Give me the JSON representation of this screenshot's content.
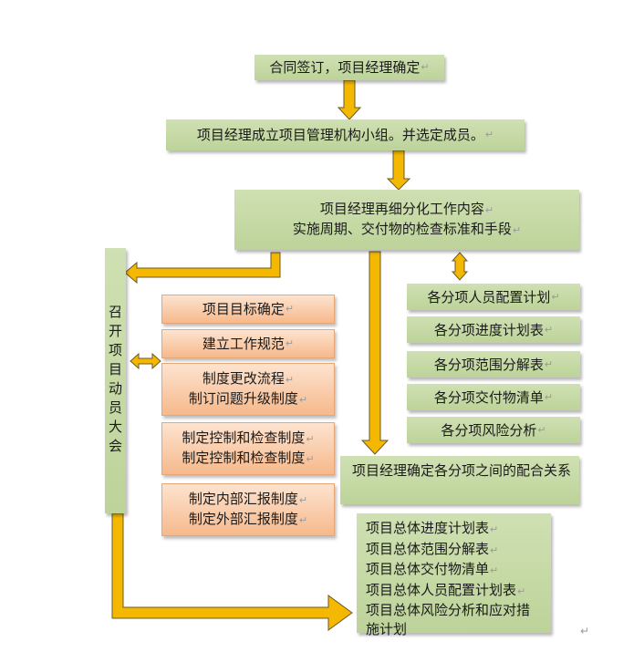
{
  "para_mark": "↵",
  "steps": {
    "contract": "合同签订，项目经理确定",
    "team": "项目经理成立项目管理机构小组。并选定成员。",
    "refine_line1": "项目经理再细分化工作内容",
    "refine_line2": "实施周期、交付物的检查标准和手段",
    "coordinate": "项目经理确定各分项之间的配合关系"
  },
  "kickoff": {
    "chars": [
      "召",
      "开",
      "项",
      "目",
      "动",
      "员",
      "大",
      "会"
    ]
  },
  "meeting_items": [
    {
      "lines": [
        "项目目标确定"
      ]
    },
    {
      "lines": [
        "建立工作规范"
      ]
    },
    {
      "lines": [
        "制度更改流程",
        "制订问题升级制度"
      ]
    },
    {
      "lines": [
        "制定控制和检查制度",
        "制定控制和检查制度"
      ]
    },
    {
      "lines": [
        "制定内部汇报制度",
        "制定外部汇报制度"
      ]
    }
  ],
  "sub_plans": [
    "各分项人员配置计划",
    "各分项进度计划表",
    "各分项范围分解表",
    "各分项交付物清单",
    "各分项风险分析"
  ],
  "overall_plans": [
    "项目总体进度计划表",
    "项目总体范围分解表",
    "项目总体交付物清单",
    "项目总体人员配置计划表",
    "项目总体风险分析和应对措施计划"
  ],
  "colors": {
    "green_box": "#c4d8a4",
    "orange_box": "#f9c9a3",
    "arrow_fill": "#f5b800",
    "arrow_stroke": "#6b5a2a"
  }
}
